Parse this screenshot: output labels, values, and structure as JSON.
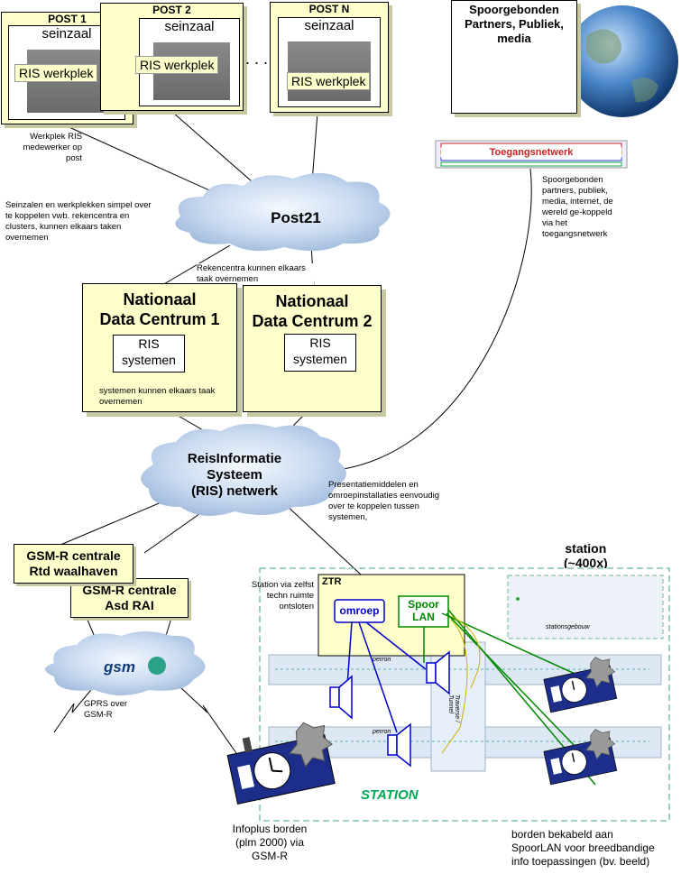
{
  "posts": [
    {
      "title": "POST 1",
      "seinzaal": "seinzaal",
      "werkplek": "RIS werkplek"
    },
    {
      "title": "POST 2",
      "seinzaal": "seinzaal",
      "werkplek": "RIS werkplek"
    },
    {
      "title": "POST N",
      "seinzaal": "seinzaal",
      "werkplek": "RIS werkplek"
    }
  ],
  "ellipsis": ". . .",
  "partners_box": "Spoorgebonden Partners, Publiek, media",
  "toegangsnetwerk": "Toegangsnetwerk",
  "notes": {
    "werkplek_ris": "Werkplek RIS medewerker op post",
    "seinzalen": "Seinzalen en werkplekken simpel over te koppelen vwb. rekencentra en clusters, kunnen elkaars taken overnemen",
    "partners": "Spoorgebonden partners, publiek, media, internet, de wereld ge-koppeld via het toegangsnetwerk",
    "rekencentra": "Rekencentra kunnen elkaars taak overnemen",
    "systemen": "systemen kunnen elkaars taak overnemen",
    "presentatie": "Presentatiemiddelen en omroepinstallaties eenvoudig over te koppelen tussen systemen,",
    "station_zelfst": "Station via zelfst techn ruimte ontsloten",
    "gprs": "GPRS over GSM-R",
    "infoplus": "Infoplus borden (plm 2000) via GSM-R",
    "borden": "borden bekabeld aan SpoorLAN voor breedbandige info toepassingen (bv. beeld)"
  },
  "post21": "Post21",
  "ndc": [
    {
      "title_l1": "Nationaal",
      "title_l2": "Data Centrum 1",
      "sys_l1": "RIS",
      "sys_l2": "systemen"
    },
    {
      "title_l1": "Nationaal",
      "title_l2": "Data Centrum 2",
      "sys_l1": "RIS",
      "sys_l2": "systemen"
    }
  ],
  "ris_cloud": {
    "l1": "ReisInformatie",
    "l2": "Systeem",
    "l3": "(RIS) netwerk"
  },
  "gsmr": [
    {
      "l1": "GSM-R centrale",
      "l2": "Rtd waalhaven"
    },
    {
      "l1": "GSM-R centrale",
      "l2": "Asd RAI"
    }
  ],
  "gsm_logo": "gsm",
  "station": {
    "title_l1": "station",
    "title_l2": "(~400x)",
    "ztr": "ZTR",
    "omroep": "omroep",
    "spoorlan_l1": "Spoor",
    "spoorlan_l2": "LAN",
    "stationsgebouw": "stationsgebouw",
    "perron": "perron",
    "traverse": "Traverse / Tunnel",
    "station_label": "STATION"
  },
  "colors": {
    "box_fill": "#ffffcc",
    "station_border": "#66bb99",
    "omroep": "#0000cc",
    "spoorlan": "#008800",
    "track": "#dde8f4"
  }
}
